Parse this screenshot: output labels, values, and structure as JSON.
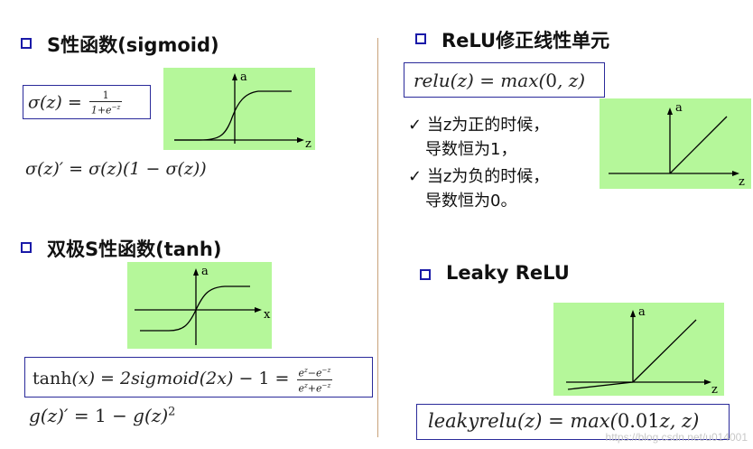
{
  "sections": {
    "sigmoid": {
      "title": "S性函数(sigmoid)"
    },
    "tanh": {
      "title": "双极S性函数(tanh)"
    },
    "relu": {
      "title": "ReLU修正线性单元",
      "notes": [
        {
          "check": "✓",
          "line1": "当z为正的时候，",
          "line2": "导数恒为1，"
        },
        {
          "check": "✓",
          "line1": "当z为负的时候，",
          "line2": "导数恒为0。"
        }
      ]
    },
    "leaky": {
      "title": "Leaky ReLU"
    }
  },
  "graphs": {
    "sigmoid": {
      "x_label": "z",
      "y_label": "a"
    },
    "tanh": {
      "x_label": "x",
      "y_label": "a"
    },
    "relu": {
      "x_label": "z",
      "y_label": "a"
    },
    "leaky": {
      "x_label": "z",
      "y_label": "a"
    }
  },
  "colors": {
    "graph_bg": "#b5f79a",
    "box_border": "#2a2a9a",
    "bullet": "#1a1aa8",
    "divider": "#c9a27a"
  },
  "watermark": "https://blog.csdn.net/u014001"
}
